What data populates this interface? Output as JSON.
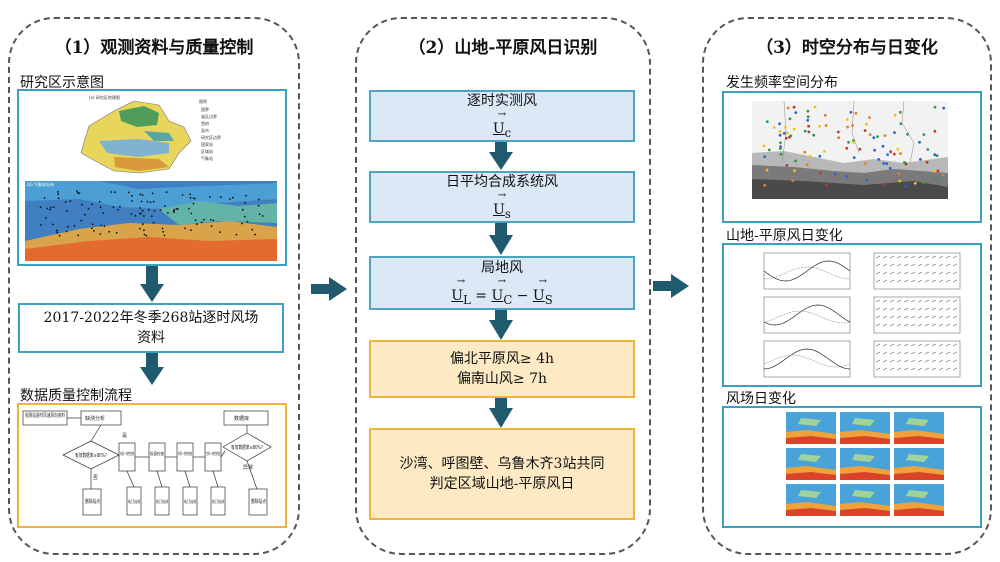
{
  "panels": [
    {
      "title": "（1）观测资料与质量控制",
      "study_area_label": "研究区示意图",
      "data_box": [
        "2017-2022年冬季268站逐时风场",
        "资料"
      ],
      "qc_label": "数据质量控制流程",
      "flow_nodes": {
        "input": "观测站逐时风速风向资料",
        "missing": "缺测分析",
        "database": "数据库",
        "check1": "有效数据率≥80%?",
        "check2": "有效数据率≥80%?",
        "steps": [
          "内部一致性检查",
          "极值检查",
          "时间一致性检查",
          "空间一致性检查"
        ],
        "delete1": "删除站点",
        "delete2": "删除站点",
        "fixes": [
          "修正为缺测",
          "修正为缺测",
          "修正为缺测",
          "修正为缺测"
        ],
        "yes": "是",
        "no": "否",
        "anomaly": "异常"
      }
    },
    {
      "title": "（2）山地-平原风日识别",
      "box1": "逐时实测风",
      "box1_sym": "U",
      "box1_sub": "c",
      "box2": "日平均合成系统风",
      "box2_sym": "U",
      "box2_sub": "s",
      "box3": "局地风",
      "box3_formula": [
        "U",
        "L",
        " = ",
        "U",
        "C",
        " − ",
        "U",
        "S"
      ],
      "box4_line1": "偏北平原风≥ 4h",
      "box4_line2": "偏南山风≥ 7h",
      "box5_line1": "沙湾、呼图壁、乌鲁木齐3站共同",
      "box5_line2": "判定区域山地-平原风日"
    },
    {
      "title": "（3）时空分布与日变化",
      "freq_label": "发生频率空间分布",
      "diurnal_label": "山地-平原风日变化",
      "wind_label": "风场日变化"
    }
  ],
  "colors": {
    "arrow": "#1f5a6e",
    "blue_fill": "#dbe8f6",
    "blue_border": "#4ea3c4",
    "orange_fill": "#fde9c3",
    "orange_border": "#f0b43c"
  }
}
